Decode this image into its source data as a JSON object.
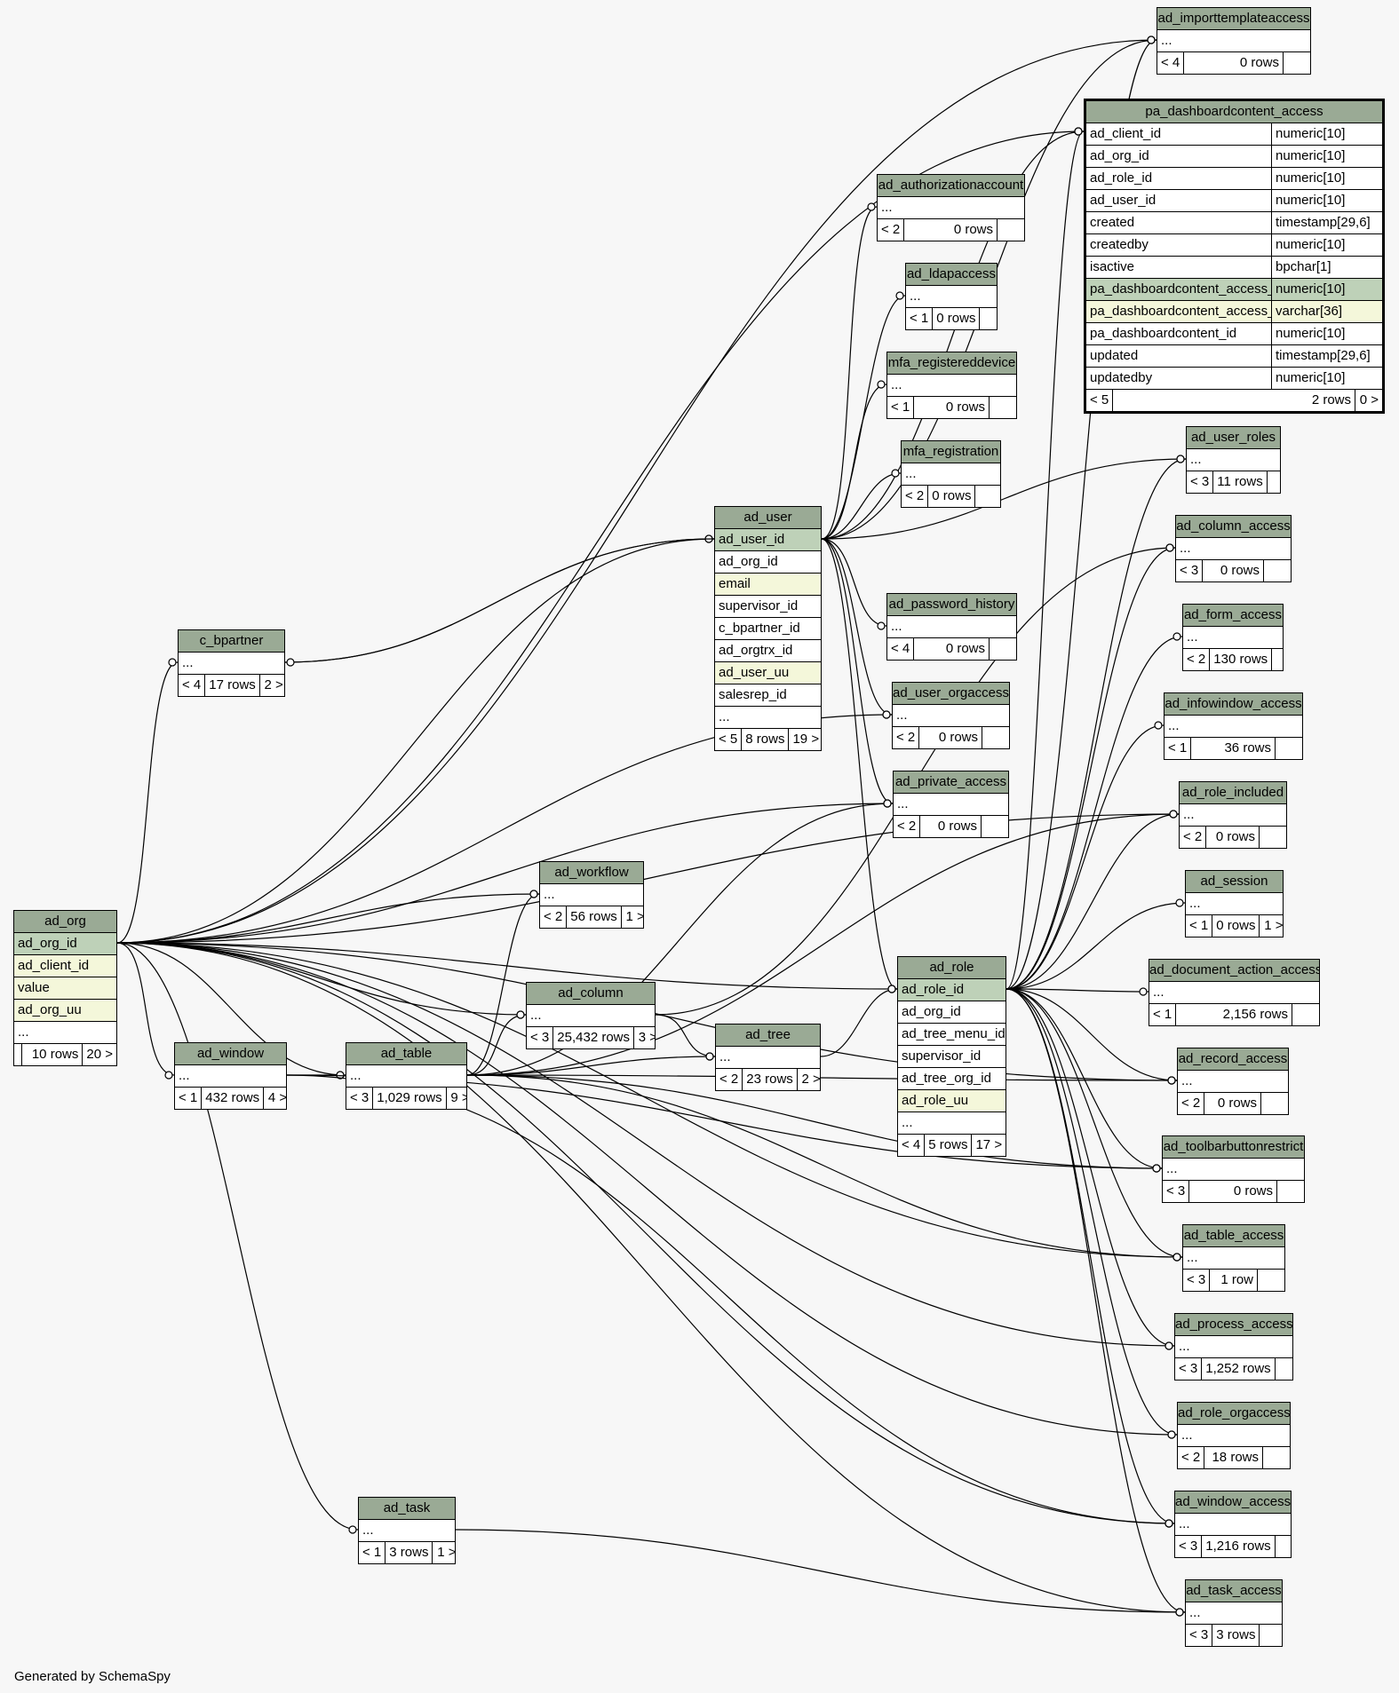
{
  "generator": "Generated by SchemaSpy",
  "colors": {
    "header": "#9aaa95",
    "primary_key": "#bed1b8",
    "indexed": "#f4f7da",
    "background": "#f7f7f7"
  },
  "tables": [
    {
      "id": "ad_importtemplateaccess",
      "title": "ad_importtemplateaccess",
      "rows": [
        {
          "name": "..."
        }
      ],
      "footer": [
        "< 4",
        "0 rows",
        ""
      ]
    },
    {
      "id": "pa_dashboardcontent_access",
      "title": "pa_dashboardcontent_access",
      "focus": true,
      "rows": [
        {
          "name": "ad_client_id",
          "type": "numeric[10]"
        },
        {
          "name": "ad_org_id",
          "type": "numeric[10]"
        },
        {
          "name": "ad_role_id",
          "type": "numeric[10]"
        },
        {
          "name": "ad_user_id",
          "type": "numeric[10]"
        },
        {
          "name": "created",
          "type": "timestamp[29,6]"
        },
        {
          "name": "createdby",
          "type": "numeric[10]"
        },
        {
          "name": "isactive",
          "type": "bpchar[1]"
        },
        {
          "name": "pa_dashboardcontent_access_id",
          "type": "numeric[10]",
          "kind": "pk"
        },
        {
          "name": "pa_dashboardcontent_access_uu",
          "type": "varchar[36]",
          "kind": "idx"
        },
        {
          "name": "pa_dashboardcontent_id",
          "type": "numeric[10]"
        },
        {
          "name": "updated",
          "type": "timestamp[29,6]"
        },
        {
          "name": "updatedby",
          "type": "numeric[10]"
        }
      ],
      "footer": [
        "< 5",
        "2 rows",
        "0 >"
      ]
    },
    {
      "id": "ad_authorizationaccount",
      "title": "ad_authorizationaccount",
      "rows": [
        {
          "name": "..."
        }
      ],
      "footer": [
        "< 2",
        "0 rows",
        ""
      ]
    },
    {
      "id": "ad_ldapaccess",
      "title": "ad_ldapaccess",
      "rows": [
        {
          "name": "..."
        }
      ],
      "footer": [
        "< 1",
        "0 rows",
        ""
      ]
    },
    {
      "id": "mfa_registereddevice",
      "title": "mfa_registereddevice",
      "rows": [
        {
          "name": "..."
        }
      ],
      "footer": [
        "< 1",
        "0 rows",
        ""
      ]
    },
    {
      "id": "mfa_registration",
      "title": "mfa_registration",
      "rows": [
        {
          "name": "..."
        }
      ],
      "footer": [
        "< 2",
        "0 rows",
        ""
      ]
    },
    {
      "id": "ad_user_roles",
      "title": "ad_user_roles",
      "rows": [
        {
          "name": "..."
        }
      ],
      "footer": [
        "< 3",
        "11 rows",
        ""
      ]
    },
    {
      "id": "ad_user",
      "title": "ad_user",
      "rows": [
        {
          "name": "ad_user_id",
          "kind": "pk"
        },
        {
          "name": "ad_org_id"
        },
        {
          "name": "email",
          "kind": "idx"
        },
        {
          "name": "supervisor_id"
        },
        {
          "name": "c_bpartner_id"
        },
        {
          "name": "ad_orgtrx_id"
        },
        {
          "name": "ad_user_uu",
          "kind": "idx"
        },
        {
          "name": "salesrep_id"
        },
        {
          "name": "..."
        }
      ],
      "footer": [
        "< 5",
        "8 rows",
        "19 >"
      ]
    },
    {
      "id": "ad_column_access",
      "title": "ad_column_access",
      "rows": [
        {
          "name": "..."
        }
      ],
      "footer": [
        "< 3",
        "0 rows",
        ""
      ]
    },
    {
      "id": "ad_password_history",
      "title": "ad_password_history",
      "rows": [
        {
          "name": "..."
        }
      ],
      "footer": [
        "< 4",
        "0 rows",
        ""
      ]
    },
    {
      "id": "ad_form_access",
      "title": "ad_form_access",
      "rows": [
        {
          "name": "..."
        }
      ],
      "footer": [
        "< 2",
        "130 rows",
        ""
      ]
    },
    {
      "id": "c_bpartner",
      "title": "c_bpartner",
      "rows": [
        {
          "name": "..."
        }
      ],
      "footer": [
        "< 4",
        "17 rows",
        "2 >"
      ]
    },
    {
      "id": "ad_user_orgaccess",
      "title": "ad_user_orgaccess",
      "rows": [
        {
          "name": "..."
        }
      ],
      "footer": [
        "< 2",
        "0 rows",
        ""
      ]
    },
    {
      "id": "ad_infowindow_access",
      "title": "ad_infowindow_access",
      "rows": [
        {
          "name": "..."
        }
      ],
      "footer": [
        "< 1",
        "36 rows",
        ""
      ]
    },
    {
      "id": "ad_private_access",
      "title": "ad_private_access",
      "rows": [
        {
          "name": "..."
        }
      ],
      "footer": [
        "< 2",
        "0 rows",
        ""
      ]
    },
    {
      "id": "ad_role_included",
      "title": "ad_role_included",
      "rows": [
        {
          "name": "..."
        }
      ],
      "footer": [
        "< 2",
        "0 rows",
        ""
      ]
    },
    {
      "id": "ad_workflow",
      "title": "ad_workflow",
      "rows": [
        {
          "name": "..."
        }
      ],
      "footer": [
        "< 2",
        "56 rows",
        "1 >"
      ]
    },
    {
      "id": "ad_session",
      "title": "ad_session",
      "rows": [
        {
          "name": "..."
        }
      ],
      "footer": [
        "< 1",
        "0 rows",
        "1 >"
      ]
    },
    {
      "id": "ad_org",
      "title": "ad_org",
      "rows": [
        {
          "name": "ad_org_id",
          "kind": "pk"
        },
        {
          "name": "ad_client_id",
          "kind": "idx"
        },
        {
          "name": "value",
          "kind": "idx"
        },
        {
          "name": "ad_org_uu",
          "kind": "idx"
        },
        {
          "name": "..."
        }
      ],
      "footer": [
        "",
        "10 rows",
        "20 >"
      ]
    },
    {
      "id": "ad_role",
      "title": "ad_role",
      "rows": [
        {
          "name": "ad_role_id",
          "kind": "pk"
        },
        {
          "name": "ad_org_id"
        },
        {
          "name": "ad_tree_menu_id"
        },
        {
          "name": "supervisor_id"
        },
        {
          "name": "ad_tree_org_id"
        },
        {
          "name": "ad_role_uu",
          "kind": "idx"
        },
        {
          "name": "..."
        }
      ],
      "footer": [
        "< 4",
        "5 rows",
        "17 >"
      ]
    },
    {
      "id": "ad_document_action_access",
      "title": "ad_document_action_access",
      "rows": [
        {
          "name": "..."
        }
      ],
      "footer": [
        "< 1",
        "2,156 rows",
        ""
      ]
    },
    {
      "id": "ad_column",
      "title": "ad_column",
      "rows": [
        {
          "name": "..."
        }
      ],
      "footer": [
        "< 3",
        "25,432 rows",
        "3 >"
      ]
    },
    {
      "id": "ad_tree",
      "title": "ad_tree",
      "rows": [
        {
          "name": "..."
        }
      ],
      "footer": [
        "< 2",
        "23 rows",
        "2 >"
      ]
    },
    {
      "id": "ad_window",
      "title": "ad_window",
      "rows": [
        {
          "name": "..."
        }
      ],
      "footer": [
        "< 1",
        "432 rows",
        "4 >"
      ]
    },
    {
      "id": "ad_table",
      "title": "ad_table",
      "rows": [
        {
          "name": "..."
        }
      ],
      "footer": [
        "< 3",
        "1,029 rows",
        "9 >"
      ]
    },
    {
      "id": "ad_record_access",
      "title": "ad_record_access",
      "rows": [
        {
          "name": "..."
        }
      ],
      "footer": [
        "< 2",
        "0 rows",
        ""
      ]
    },
    {
      "id": "ad_toolbarbuttonrestrict",
      "title": "ad_toolbarbuttonrestrict",
      "rows": [
        {
          "name": "..."
        }
      ],
      "footer": [
        "< 3",
        "0 rows",
        ""
      ]
    },
    {
      "id": "ad_table_access",
      "title": "ad_table_access",
      "rows": [
        {
          "name": "..."
        }
      ],
      "footer": [
        "< 3",
        "1 row",
        ""
      ]
    },
    {
      "id": "ad_process_access",
      "title": "ad_process_access",
      "rows": [
        {
          "name": "..."
        }
      ],
      "footer": [
        "< 3",
        "1,252 rows",
        ""
      ]
    },
    {
      "id": "ad_role_orgaccess",
      "title": "ad_role_orgaccess",
      "rows": [
        {
          "name": "..."
        }
      ],
      "footer": [
        "< 2",
        "18 rows",
        ""
      ]
    },
    {
      "id": "ad_task",
      "title": "ad_task",
      "rows": [
        {
          "name": "..."
        }
      ],
      "footer": [
        "< 1",
        "3 rows",
        "1 >"
      ]
    },
    {
      "id": "ad_window_access",
      "title": "ad_window_access",
      "rows": [
        {
          "name": "..."
        }
      ],
      "footer": [
        "< 3",
        "1,216 rows",
        ""
      ]
    },
    {
      "id": "ad_task_access",
      "title": "ad_task_access",
      "rows": [
        {
          "name": "..."
        }
      ],
      "footer": [
        "< 3",
        "3 rows",
        ""
      ]
    }
  ],
  "relationships": [
    [
      "ad_org",
      "ad_importtemplateaccess"
    ],
    [
      "ad_org",
      "pa_dashboardcontent_access"
    ],
    [
      "ad_org",
      "c_bpartner"
    ],
    [
      "ad_org",
      "ad_user"
    ],
    [
      "ad_org",
      "ad_workflow"
    ],
    [
      "ad_org",
      "ad_column"
    ],
    [
      "ad_org",
      "ad_window"
    ],
    [
      "ad_org",
      "ad_table"
    ],
    [
      "ad_org",
      "ad_role"
    ],
    [
      "ad_org",
      "ad_task"
    ],
    [
      "ad_org",
      "ad_task_access"
    ],
    [
      "ad_org",
      "ad_window_access"
    ],
    [
      "ad_org",
      "ad_role_orgaccess"
    ],
    [
      "ad_org",
      "ad_process_access"
    ],
    [
      "ad_org",
      "ad_table_access"
    ],
    [
      "ad_org",
      "ad_record_access"
    ],
    [
      "ad_org",
      "ad_user_orgaccess"
    ],
    [
      "ad_org",
      "ad_role_included"
    ],
    [
      "ad_org",
      "ad_private_access"
    ],
    [
      "c_bpartner",
      "ad_user"
    ],
    [
      "ad_user",
      "ad_importtemplateaccess"
    ],
    [
      "ad_user",
      "pa_dashboardcontent_access"
    ],
    [
      "ad_user",
      "ad_authorizationaccount"
    ],
    [
      "ad_user",
      "ad_ldapaccess"
    ],
    [
      "ad_user",
      "mfa_registereddevice"
    ],
    [
      "ad_user",
      "mfa_registration"
    ],
    [
      "ad_user",
      "ad_password_history"
    ],
    [
      "ad_user",
      "ad_user_orgaccess"
    ],
    [
      "ad_user",
      "ad_private_access"
    ],
    [
      "ad_user",
      "ad_role"
    ],
    [
      "ad_user",
      "c_bpartner"
    ],
    [
      "ad_user",
      "ad_user_roles"
    ],
    [
      "ad_role",
      "pa_dashboardcontent_access"
    ],
    [
      "ad_role",
      "ad_user_roles"
    ],
    [
      "ad_role",
      "ad_column_access"
    ],
    [
      "ad_role",
      "ad_form_access"
    ],
    [
      "ad_role",
      "ad_infowindow_access"
    ],
    [
      "ad_role",
      "ad_role_included"
    ],
    [
      "ad_role",
      "ad_session"
    ],
    [
      "ad_role",
      "ad_document_action_access"
    ],
    [
      "ad_role",
      "ad_record_access"
    ],
    [
      "ad_role",
      "ad_toolbarbuttonrestrict"
    ],
    [
      "ad_role",
      "ad_table_access"
    ],
    [
      "ad_role",
      "ad_process_access"
    ],
    [
      "ad_role",
      "ad_role_orgaccess"
    ],
    [
      "ad_role",
      "ad_window_access"
    ],
    [
      "ad_role",
      "ad_task_access"
    ],
    [
      "ad_role",
      "ad_importtemplateaccess"
    ],
    [
      "ad_tree",
      "ad_role"
    ],
    [
      "ad_column",
      "ad_tree"
    ],
    [
      "ad_column",
      "ad_column_access"
    ],
    [
      "ad_table",
      "ad_column"
    ],
    [
      "ad_table",
      "ad_workflow"
    ],
    [
      "ad_table",
      "ad_tree"
    ],
    [
      "ad_table",
      "ad_private_access"
    ],
    [
      "ad_table",
      "ad_role_included"
    ],
    [
      "ad_table",
      "ad_record_access"
    ],
    [
      "ad_table",
      "ad_table_access"
    ],
    [
      "ad_table",
      "ad_toolbarbuttonrestrict"
    ],
    [
      "ad_window",
      "ad_table"
    ],
    [
      "ad_window",
      "ad_window_access"
    ],
    [
      "ad_window",
      "ad_toolbarbuttonrestrict"
    ],
    [
      "ad_task",
      "ad_task_access"
    ]
  ]
}
